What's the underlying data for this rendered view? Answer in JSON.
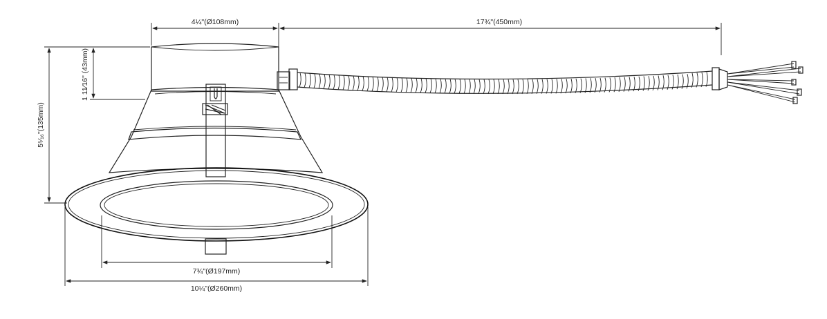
{
  "dimensions": {
    "top_width": "4¼\"(Ø108mm)",
    "cable_length": "17¾\"(450mm)",
    "can_height": "1 11⁄16\" (43mm)",
    "total_height": "5⁵⁄₁₆\"(135mm)",
    "trim_inner": "7¾\"(Ø197mm)",
    "trim_outer": "10¼\"(Ø260mm)"
  }
}
